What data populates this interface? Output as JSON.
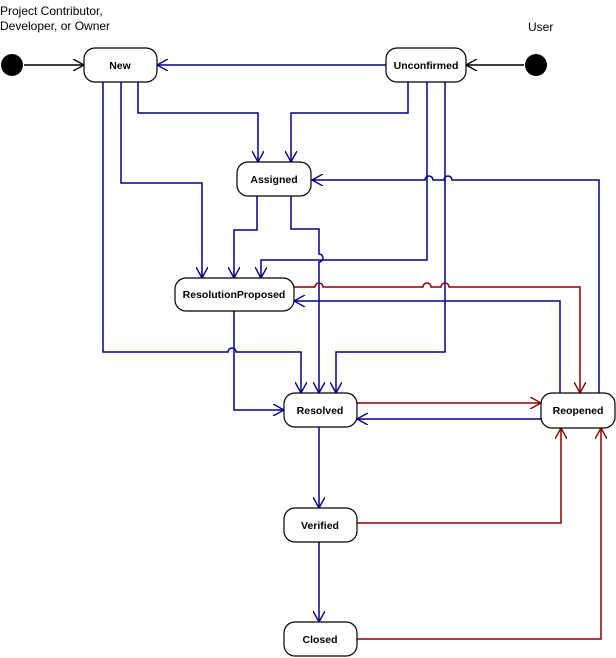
{
  "actors": {
    "left": {
      "line1": "Project Contributor,",
      "line2": "Developer, or Owner"
    },
    "right": {
      "label": "User"
    }
  },
  "states": {
    "new": "New",
    "unconfirmed": "Unconfirmed",
    "assigned": "Assigned",
    "resolution_proposed": "ResolutionProposed",
    "resolved": "Resolved",
    "reopened": "Reopened",
    "verified": "Verified",
    "closed": "Closed"
  },
  "colors": {
    "forward_transition": "#00008b",
    "reopen_transition": "#8b0000",
    "actor_link": "#000000",
    "state_border": "#000000"
  }
}
